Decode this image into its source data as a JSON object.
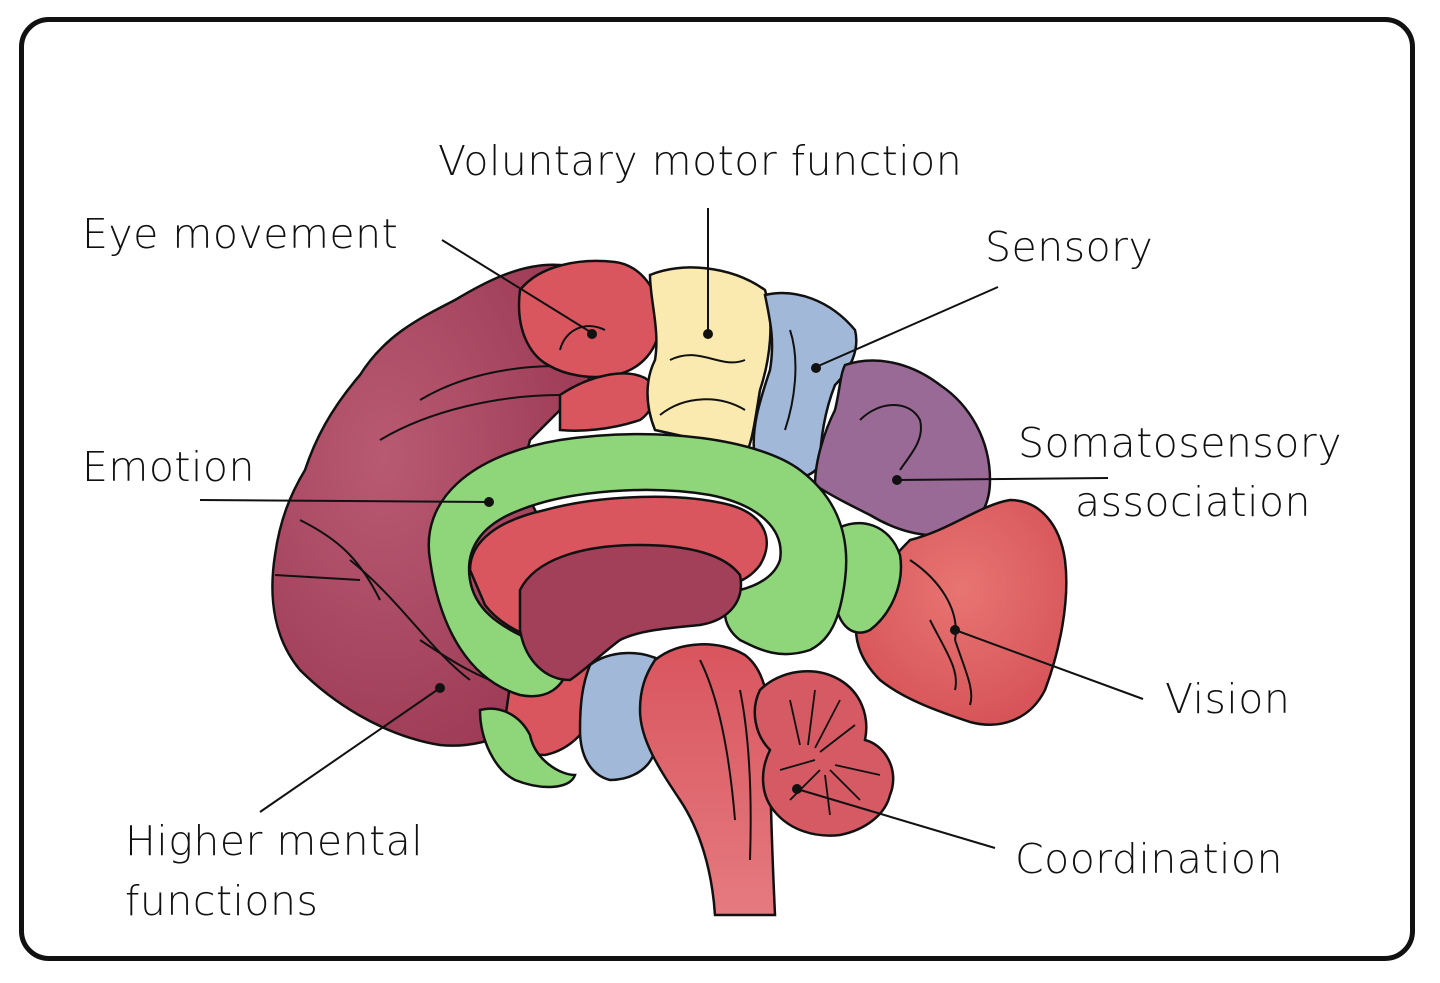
{
  "labels": {
    "voluntary_motor": "Voluntary motor function",
    "eye_movement": "Eye movement",
    "sensory": "Sensory",
    "emotion": "Emotion",
    "somatosensory_line1": "Somatosensory",
    "somatosensory_line2": "association",
    "vision": "Vision",
    "higher_mental_line1": "Higher mental",
    "higher_mental_line2": "functions",
    "coordination": "Coordination"
  },
  "colors": {
    "frontal": "#a53f5a",
    "eye_field": "#d9555e",
    "motor": "#fbeab0",
    "sensory": "#9fb6d6",
    "somato": "#9a6a96",
    "limbic": "#8fd57a",
    "vision": "#dd5c5d",
    "brainstem": "#d9555e",
    "cerebellum": "#d55a63",
    "thalamus": "#a23f59",
    "outline": "#111111"
  }
}
